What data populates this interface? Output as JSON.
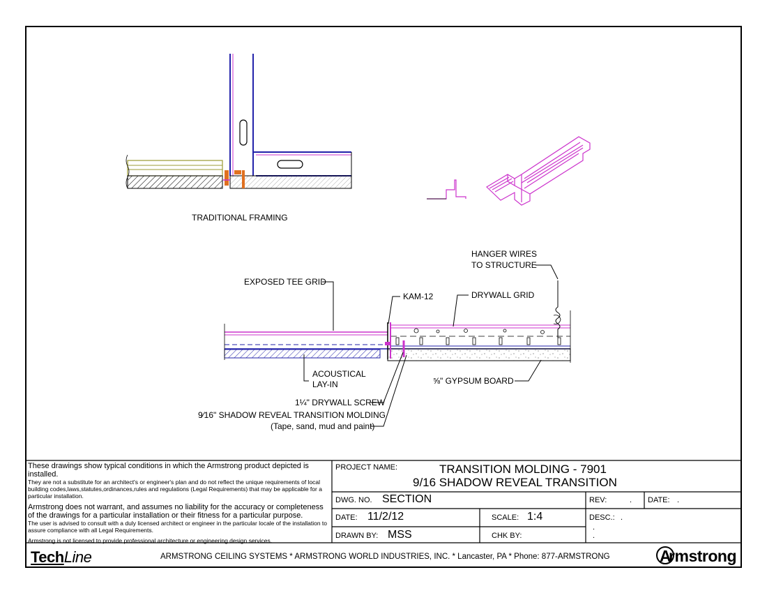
{
  "drawing": {
    "labels": {
      "traditional_framing": "TRADITIONAL FRAMING",
      "hanger_wires": [
        "HANGER WIRES",
        "TO STRUCTURE"
      ],
      "exposed_tee_grid": "EXPOSED TEE GRID",
      "kam12": "KAM-12",
      "drywall_grid": "DRYWALL GRID",
      "acoustical": [
        "ACOUSTICAL",
        "LAY-IN"
      ],
      "gypsum_board": "⅝\" GYPSUM BOARD",
      "drywall_screw": "1¼\" DRYWALL SCREW",
      "shadow_reveal": "9⁄16\" SHADOW REVEAL TRANSITION MOLDING",
      "tape_sand": "(Tape, sand, mud and paint)"
    },
    "colors": {
      "magenta": "#cc33cc",
      "blue": "#2222aa",
      "olive": "#999933",
      "orange": "#e07020",
      "dark": "#000000"
    }
  },
  "disclaimer": {
    "p1_lead": "These drawings show typical conditions in which the Armstrong product depicted is installed.",
    "p1_rest": "They are not a substitute for an architect's or engineer's plan and do not reflect the unique requirements of local building codes,laws,statutes,ordinances,rules and regulations (Legal Requirements) that may be applicable for a particular installation.",
    "p2_lead": "Armstrong does not warrant, and assumes no liability for the accuracy or completeness of the drawings for a particular installation or their fitness for a particular purpose.",
    "p2_rest": "The user is  advised to consult with a duly licensed architect or engineer in the particular locale of the installation to assure  compliance with all Legal Requirements.",
    "p3": "Armstrong is not licensed to provide professional architecture or engineering design services."
  },
  "title_block": {
    "project_name_label": "PROJECT NAME:",
    "project_name_line1": "TRANSITION MOLDING - 7901",
    "project_name_line2": "9/16 SHADOW REVEAL TRANSITION",
    "dwg_no_label": "DWG. NO.",
    "dwg_no_value": "SECTION",
    "rev_label": "REV:",
    "rev_value": ".",
    "date_right_label": "DATE:",
    "date_right_value": ".",
    "date_label": "DATE:",
    "date_value": "11/2/12",
    "scale_label": "SCALE:",
    "scale_value": "1:4",
    "desc_label": "DESC.:",
    "desc_value": ".",
    "desc_lines": [
      ".",
      "."
    ],
    "drawn_by_label": "DRAWN BY:",
    "drawn_by_value": "MSS",
    "chk_by_label": "CHK BY:"
  },
  "footer": {
    "techline_bold": "Tech",
    "techline_light": "Line",
    "text": "ARMSTRONG CEILING SYSTEMS * ARMSTRONG WORLD INDUSTRIES, INC. * Lancaster, PA * Phone: 877-ARMSTRONG",
    "logo_initial": "A",
    "logo_text": "rmstrong"
  }
}
